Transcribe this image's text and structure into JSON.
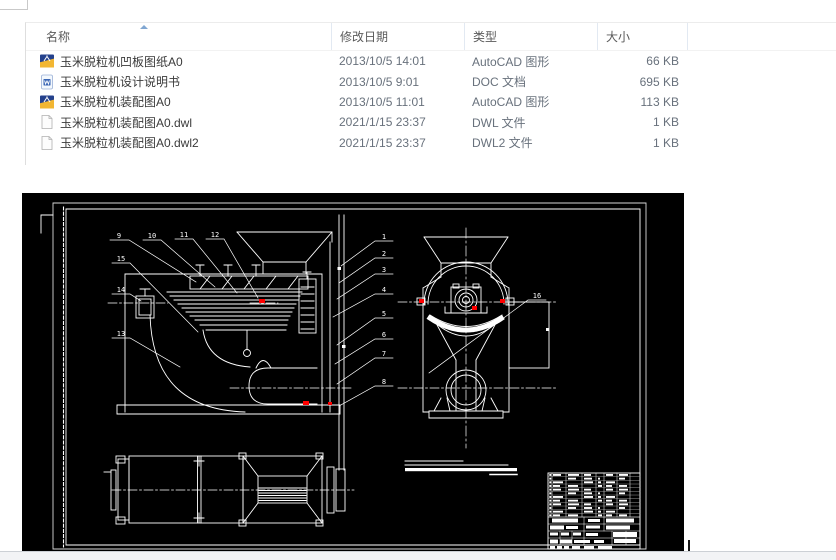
{
  "explorer": {
    "columns": [
      {
        "label": "名称"
      },
      {
        "label": "修改日期"
      },
      {
        "label": "类型"
      },
      {
        "label": "大小"
      }
    ],
    "files": [
      {
        "icon": "autocad-drawing-icon",
        "name": "玉米脱粒机凹板图纸A0",
        "date": "2013/10/5 14:01",
        "type": "AutoCAD 图形",
        "size": "66 KB"
      },
      {
        "icon": "word-document-icon",
        "name": "玉米脱粒机设计说明书",
        "date": "2013/10/5 9:01",
        "type": "DOC 文档",
        "size": "695 KB"
      },
      {
        "icon": "autocad-drawing-icon",
        "name": "玉米脱粒机装配图A0",
        "date": "2013/10/5 11:01",
        "type": "AutoCAD 图形",
        "size": "113 KB"
      },
      {
        "icon": "blank-file-icon",
        "name": "玉米脱粒机装配图A0.dwl",
        "date": "2021/1/15 23:37",
        "type": "DWL 文件",
        "size": "1 KB"
      },
      {
        "icon": "blank-file-icon",
        "name": "玉米脱粒机装配图A0.dwl2",
        "date": "2021/1/15 23:37",
        "type": "DWL2 文件",
        "size": "1 KB"
      }
    ]
  },
  "drawing": {
    "colors": {
      "background": "#000000",
      "line": "#ffffff",
      "accent": "#ff0000"
    },
    "callouts": [
      {
        "label": "9"
      },
      {
        "label": "10"
      },
      {
        "label": "11"
      },
      {
        "label": "12"
      },
      {
        "label": "15"
      },
      {
        "label": "14"
      },
      {
        "label": "13"
      },
      {
        "label": "1"
      },
      {
        "label": "2"
      },
      {
        "label": "3"
      },
      {
        "label": "4"
      },
      {
        "label": "5"
      },
      {
        "label": "6"
      },
      {
        "label": "7"
      },
      {
        "label": "8"
      },
      {
        "label": "16"
      }
    ]
  }
}
